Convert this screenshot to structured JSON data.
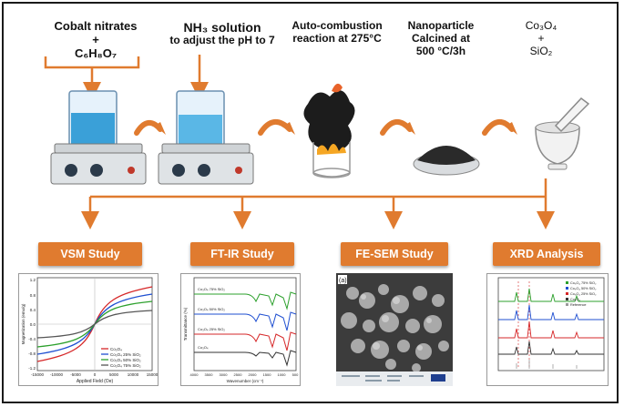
{
  "steps": [
    {
      "line1": "Cobalt nitrates",
      "line2": "+",
      "line3": "C₆H₈O₇"
    },
    {
      "line1": "NH₃ solution",
      "line2": "to adjust the pH to 7"
    },
    {
      "line1": "Auto-combustion",
      "line2": "reaction at 275°C"
    },
    {
      "line1": "Nanoparticle",
      "line2": "Calcined at",
      "line3": "500 °C/3h"
    },
    {
      "line1": "Co₃O₄",
      "line2": "+",
      "line3": "SiO₂"
    }
  ],
  "analysis": [
    "VSM Study",
    "FT-IR Study",
    "FE-SEM Study",
    "XRD Analysis"
  ],
  "vsm": {
    "ylabel": "Magnetization (emu/g)",
    "xlabel": "Applied Field (Oe)",
    "yticks": [
      "1.2",
      "0.8",
      "0.4",
      "0.0",
      "-0.4",
      "-0.8",
      "-1.2"
    ],
    "xticks": [
      "-15000",
      "-10000",
      "-5000",
      "0",
      "5000",
      "10000",
      "15000"
    ],
    "legend": [
      "Co₃O₄",
      "Co₃O₄ 25% SiO₂",
      "Co₃O₄ 50% SiO₂",
      "Co₃O₄ 75% SiO₂"
    ],
    "colors": [
      "#d62728",
      "#1f4fd1",
      "#2ca02c",
      "#555555"
    ]
  },
  "ftir": {
    "ylabel": "Transmittance (%)",
    "xlabel": "Wavenumber (cm⁻¹)",
    "xticks": [
      "4000",
      "3500",
      "3000",
      "2500",
      "2000",
      "1500",
      "1000",
      "500"
    ],
    "series": [
      "Co₃O₄ 75% SiO₂",
      "Co₃O₄ 50% SiO₂",
      "Co₃O₄ 25% SiO₂",
      "Co₃O₄"
    ],
    "colors": [
      "#2ca02c",
      "#1f4fd1",
      "#d62728",
      "#333333"
    ]
  },
  "sem": {
    "label": "(a)"
  },
  "xrd": {
    "legend": [
      "Co₃O₄ 75% SiO₂",
      "Co₃O₄ 50% SiO₂",
      "Co₃O₄ 25% SiO₂",
      "Co₃O₄",
      "Reference"
    ],
    "colors": [
      "#2ca02c",
      "#1f4fd1",
      "#d62728",
      "#333333",
      "#999999"
    ]
  },
  "colors": {
    "accent": "#e07b2f",
    "frame": "#1a1a1a"
  }
}
